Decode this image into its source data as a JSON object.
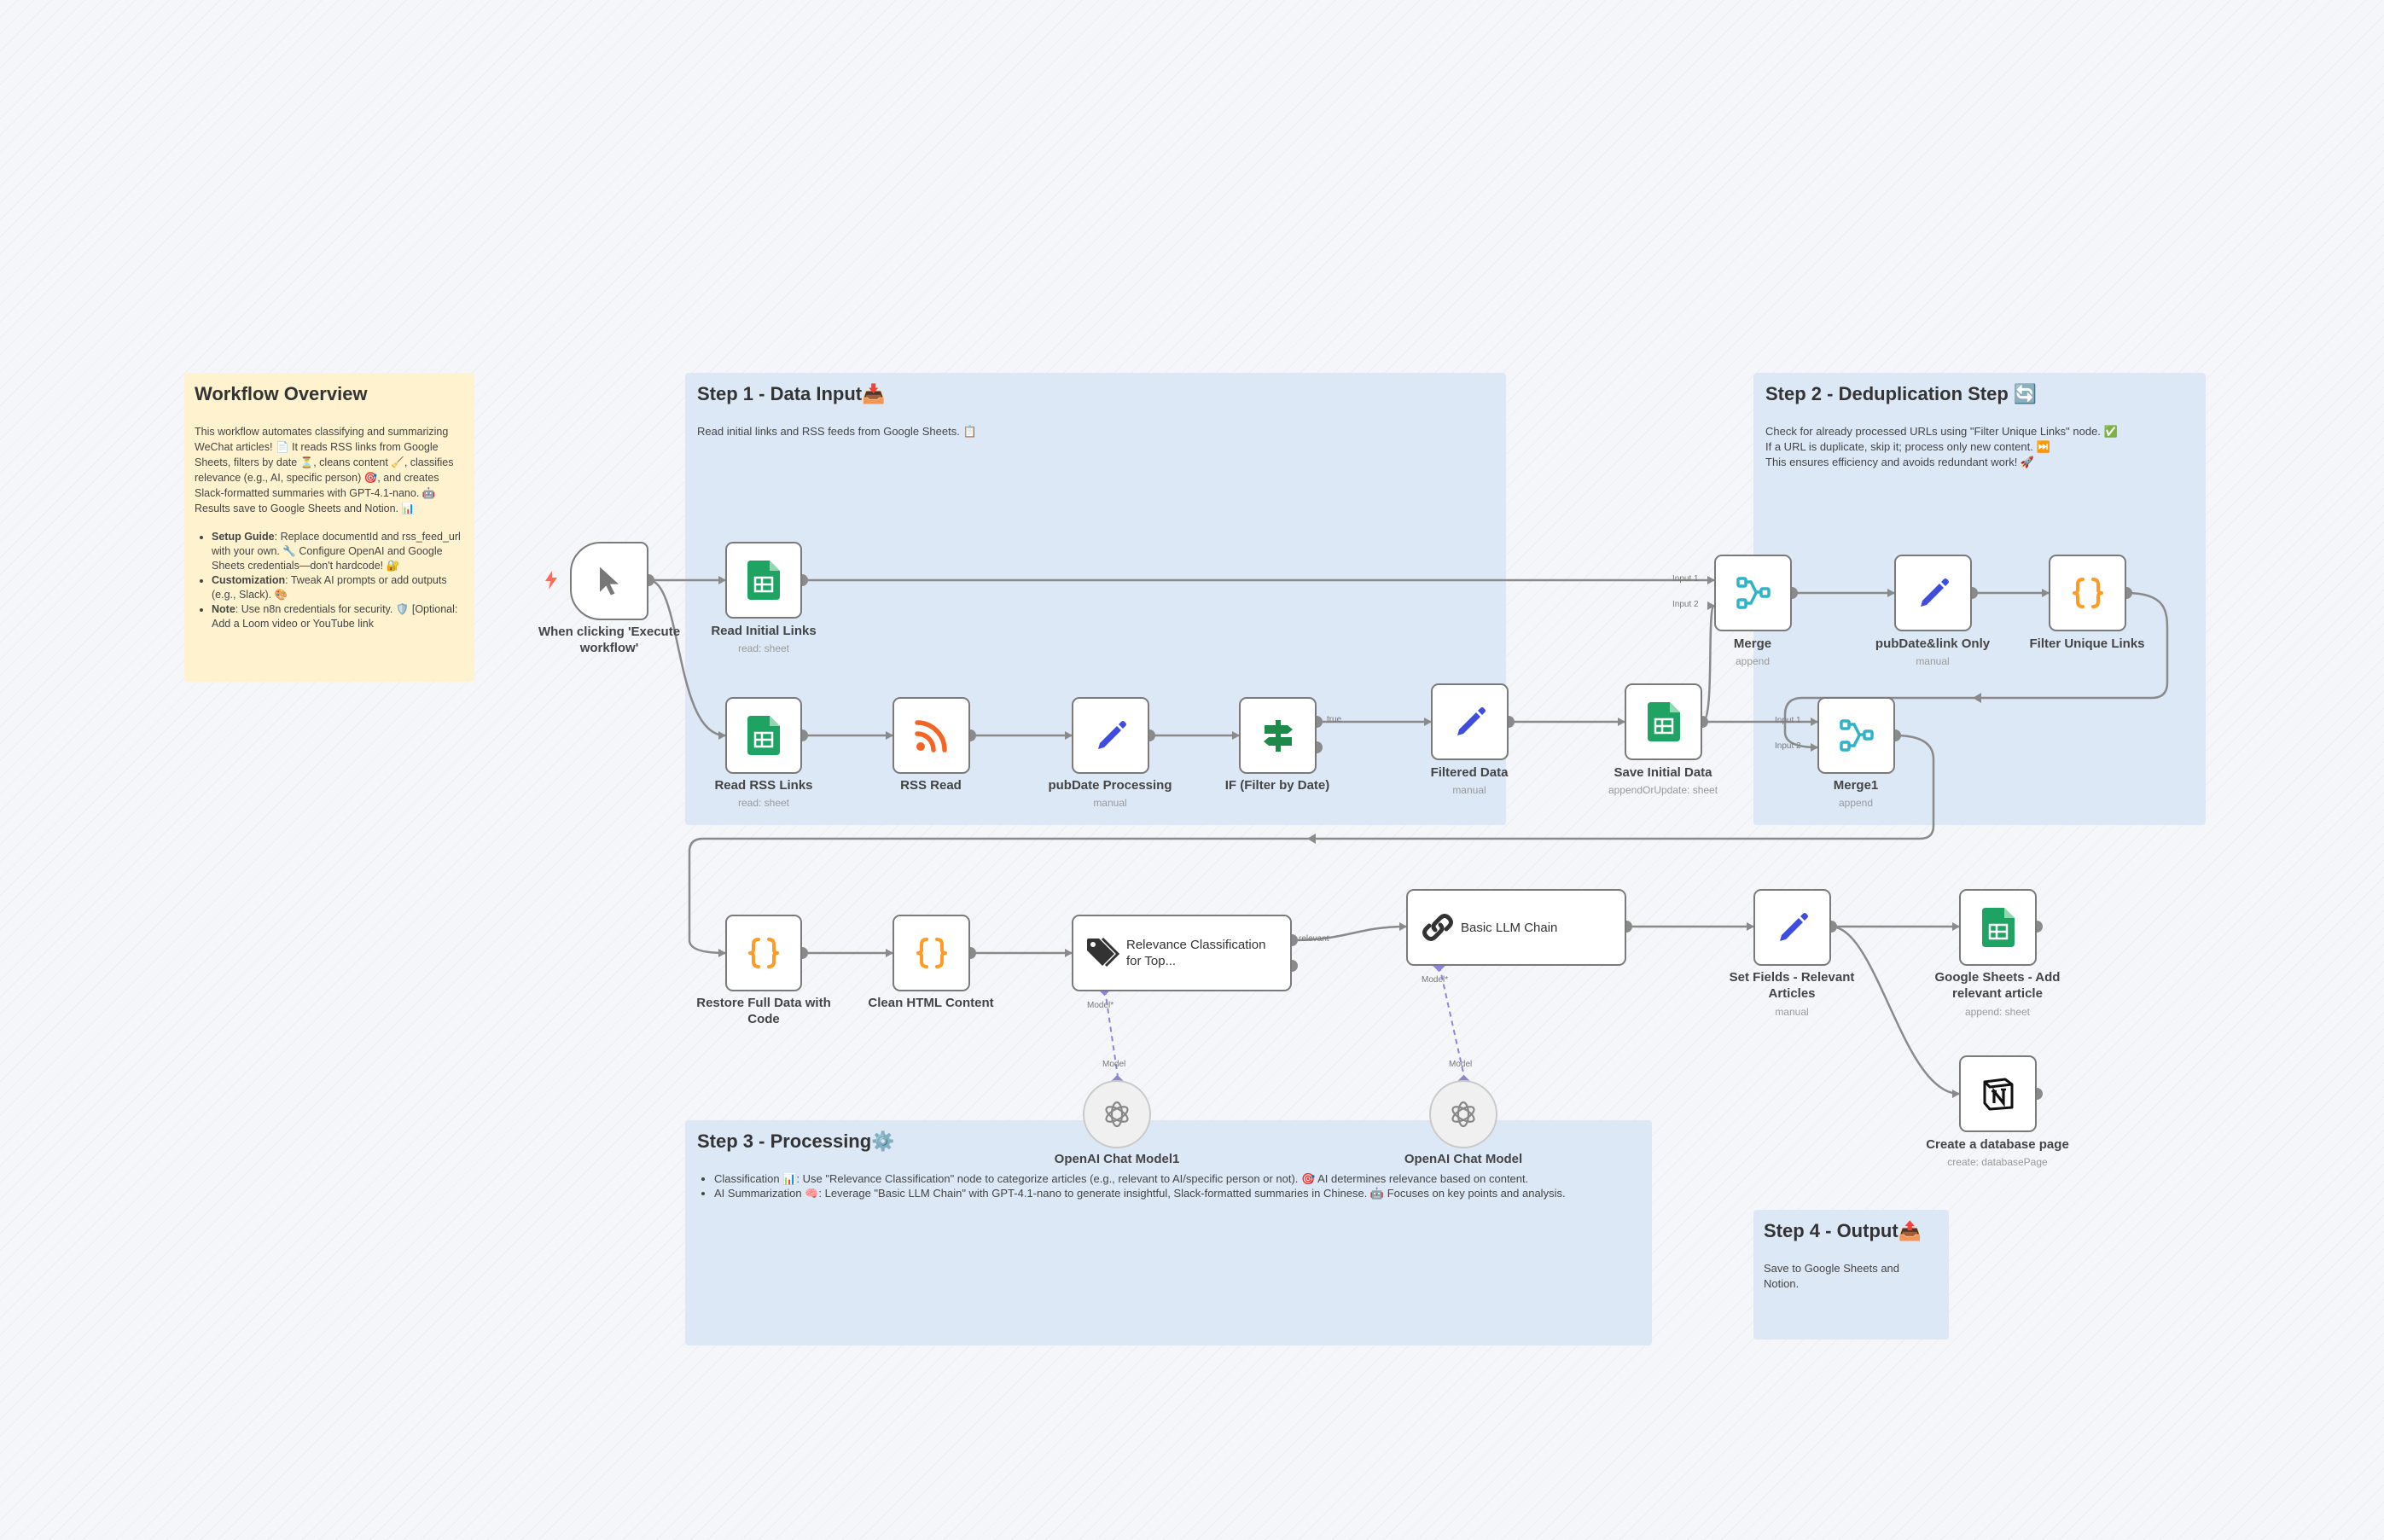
{
  "stickies": {
    "overview": {
      "title": "Workflow Overview",
      "description": "This workflow automates classifying and summarizing WeChat articles! 📄 It reads RSS links from Google Sheets, filters by date ⏳, cleans content 🧹, classifies relevance (e.g., AI, specific person) 🎯, and creates Slack-formatted summaries with GPT-4.1-nano. 🤖 Results save to Google Sheets and Notion. 📊",
      "bullets": [
        {
          "label": "Setup Guide",
          "text": ": Replace documentId and rss_feed_url with your own. 🔧 Configure OpenAI and Google Sheets credentials—don't hardcode! 🔐"
        },
        {
          "label": "Customization",
          "text": ": Tweak AI prompts or add outputs (e.g., Slack). 🎨"
        },
        {
          "label": "Note",
          "text": ": Use n8n credentials for security. 🛡️ [Optional: Add a Loom video or YouTube link"
        }
      ]
    },
    "step1": {
      "title": "Step 1 - Data Input📥",
      "description": "Read initial links and RSS feeds from Google Sheets. 📋"
    },
    "step2": {
      "title": "Step 2 - Deduplication Step 🔄",
      "description": "Check for already processed URLs using \"Filter Unique Links\" node. ✅\nIf a URL is duplicate, skip it; process only new content. ⏭️\nThis ensures efficiency and avoids redundant work! 🚀"
    },
    "step3": {
      "title": "Step 3 - Processing⚙️",
      "bullets": [
        "Classification 📊: Use \"Relevance Classification\" node to categorize articles (e.g., relevant to AI/specific person or not). 🎯 AI determines relevance based on content.",
        "AI Summarization 🧠: Leverage \"Basic LLM Chain\" with GPT-4.1-nano to generate insightful, Slack-formatted summaries in Chinese. 🤖 Focuses on key points and analysis."
      ]
    },
    "step4": {
      "title": "Step 4 - Output📤",
      "description": "Save to Google Sheets and\nNotion."
    }
  },
  "nodes": {
    "trigger": {
      "label": "When clicking 'Execute workflow'",
      "icon": "pointer-icon"
    },
    "read_initial": {
      "label": "Read Initial Links",
      "sub": "read: sheet",
      "icon": "google-sheets-icon"
    },
    "read_rss_links": {
      "label": "Read RSS Links",
      "sub": "read: sheet",
      "icon": "google-sheets-icon"
    },
    "rss_read": {
      "label": "RSS Read",
      "icon": "rss-icon"
    },
    "pubdate_processing": {
      "label": "pubDate Processing",
      "sub": "manual",
      "icon": "pencil-icon"
    },
    "if_filter": {
      "label": "IF (Filter by Date)",
      "icon": "signpost-icon"
    },
    "filtered_data": {
      "label": "Filtered Data",
      "sub": "manual",
      "icon": "pencil-icon"
    },
    "save_initial": {
      "label": "Save Initial Data",
      "sub": "appendOrUpdate: sheet",
      "icon": "google-sheets-icon"
    },
    "merge": {
      "label": "Merge",
      "sub": "append",
      "icon": "merge-icon"
    },
    "pubdate_link_only": {
      "label": "pubDate&link Only",
      "sub": "manual",
      "icon": "pencil-icon"
    },
    "filter_unique": {
      "label": "Filter Unique Links",
      "icon": "code-icon"
    },
    "merge1": {
      "label": "Merge1",
      "sub": "append",
      "icon": "merge-icon"
    },
    "restore_full": {
      "label": "Restore Full Data with Code",
      "icon": "code-icon"
    },
    "clean_html": {
      "label": "Clean HTML Content",
      "icon": "code-icon"
    },
    "relevance": {
      "label": "Relevance Classification for Top...",
      "icon": "tag-icon"
    },
    "basic_llm": {
      "label": "Basic LLM Chain",
      "icon": "link-icon"
    },
    "set_fields": {
      "label": "Set Fields - Relevant Articles",
      "sub": "manual",
      "icon": "pencil-icon"
    },
    "gs_add": {
      "label": "Google Sheets - Add relevant article",
      "sub": "append: sheet",
      "icon": "google-sheets-icon"
    },
    "notion": {
      "label": "Create a database page",
      "sub": "create: databasePage",
      "icon": "notion-icon"
    },
    "openai1": {
      "label": "OpenAI Chat Model1",
      "icon": "openai-icon"
    },
    "openai": {
      "label": "OpenAI Chat Model",
      "icon": "openai-icon"
    }
  },
  "port_labels": {
    "input1": "Input 1",
    "input2": "Input 2",
    "true_label": "true",
    "relevant": "relevant",
    "model_req": "Model*",
    "model": "Model"
  },
  "colors": {
    "sheets_green": "#1ea362",
    "rss_orange": "#f26522",
    "pencil_blue": "#3e4de0",
    "merge_teal": "#2fb3c7",
    "code_orange": "#ff9b26",
    "signpost_green": "#1d8a4a",
    "trigger_bolt": "#ff6d5a",
    "wire": "#8a8a8a",
    "ai_wire": "#8b87d6"
  }
}
